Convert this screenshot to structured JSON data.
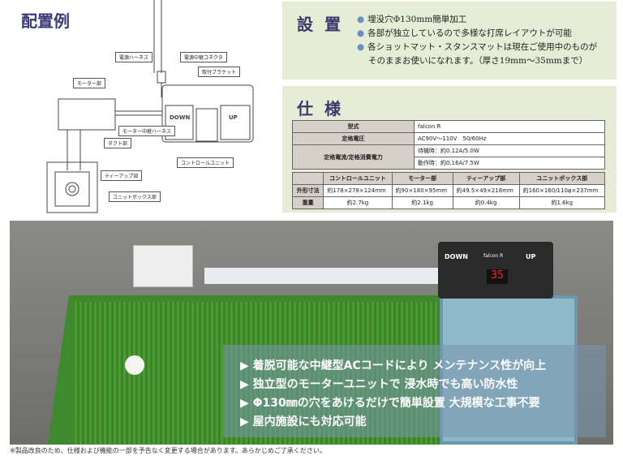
{
  "layout": {
    "title": "配置例",
    "labels": {
      "power_harness": "電源ハーネス",
      "power_connector": "電源中継コネクタ",
      "bracket": "取付ブラケット",
      "motor": "モーター部",
      "motor_harness": "モーター中継ハーネス",
      "duct": "ダクト部",
      "teeup": "ティーアップ部",
      "unitbox": "ユニットボックス部",
      "control": "コントロールユニット"
    }
  },
  "install": {
    "heading": "設置",
    "bullets": [
      "埋没穴Φ130mm簡単加工",
      "各部が独立しているので多様な打席レイアウトが可能",
      "各ショットマット・スタンスマットは現在ご使用中のものが"
    ],
    "continuation": "そのままお使いになれます。（厚さ19mm～35mmまで）"
  },
  "spec": {
    "heading": "仕様",
    "table1": [
      [
        "型式",
        "falcon R"
      ],
      [
        "定格電圧",
        "AC90V～110V　50/60Hz"
      ],
      [
        "定格電流/定格消費電力",
        "待機時：約0.12A/5.0W",
        "動作時：約0.16A/7.5W"
      ]
    ],
    "table2": {
      "headers": [
        "",
        "コントロールユニット",
        "モーター部",
        "ティーアップ部",
        "ユニットボックス部"
      ],
      "rows": [
        [
          "外形寸法",
          "約178×278×124mm",
          "約90×180×95mm",
          "約49.5×49×218mm",
          "約160×160/110φ×237mm"
        ],
        [
          "重量",
          "約2.7kg",
          "約2.1kg",
          "約0.4kg",
          "約1.6kg"
        ]
      ]
    }
  },
  "device": {
    "down": "DOWN",
    "up": "UP",
    "model": "falcon R",
    "display": "35"
  },
  "features": [
    "着脱可能な中継型ACコードにより メンテナンス性が向上",
    "独立型のモーターユニットで 浸水時でも高い防水性",
    "Φ130㎜の穴をあけるだけで簡単設置 大規模な工事不要",
    "屋内施設にも対応可能"
  ],
  "footnote": "※製品改良のため、仕様および機能の一部を予告なく変更する場合があります。あらかじめご了承ください。"
}
